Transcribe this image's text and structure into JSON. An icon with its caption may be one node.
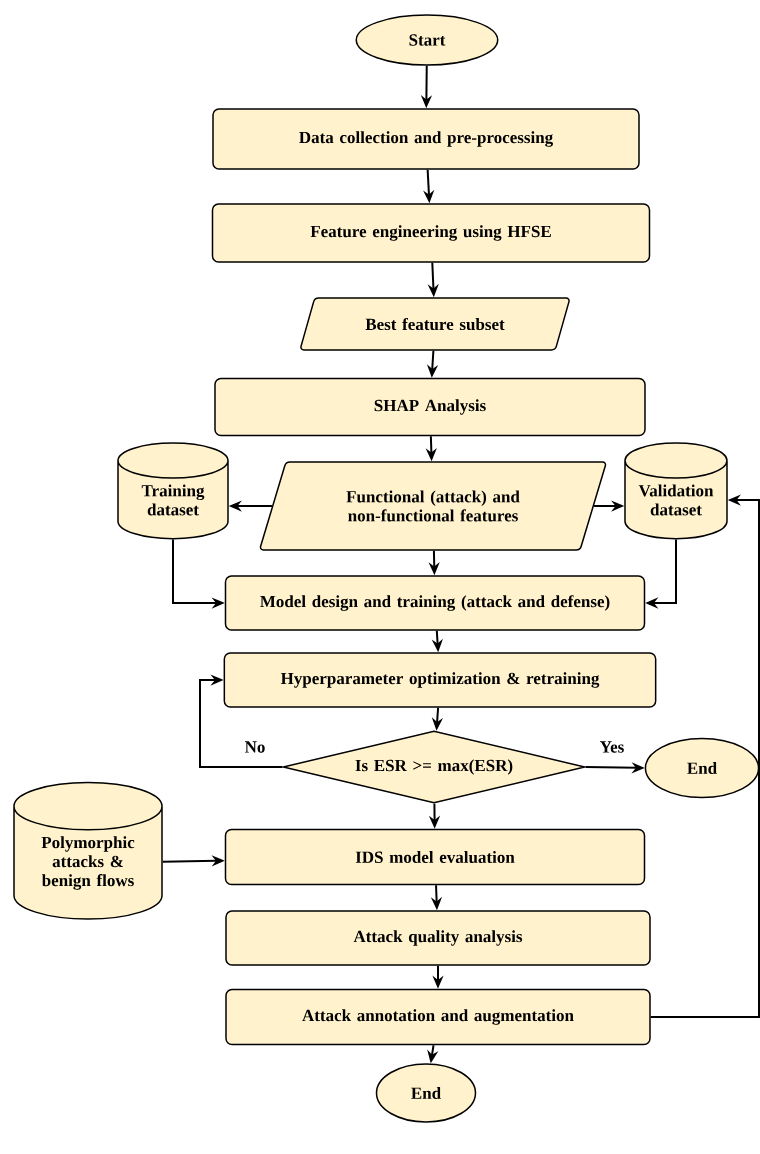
{
  "diagram": {
    "nodes": [
      {
        "text": [
          "Start"
        ]
      },
      {
        "text": [
          "Data collection and pre-processing"
        ]
      },
      {
        "text": [
          "Feature engineering using HFSE"
        ]
      },
      {
        "text": [
          "Best feature subset"
        ]
      },
      {
        "text": [
          "SHAP Analysis"
        ]
      },
      {
        "text": [
          "Functional (attack) and non-functional features"
        ]
      },
      {
        "text": [
          "Training dataset"
        ]
      },
      {
        "text": [
          "Validation dataset"
        ]
      },
      {
        "text": [
          "Model design and training (attack and defense)"
        ]
      },
      {
        "text": [
          "Hyperparameter optimization & retraining"
        ]
      },
      {
        "text": [
          "Is ESR >= max(ESR)"
        ]
      },
      {
        "text": [
          "End"
        ]
      },
      {
        "text": [
          "Polymorphic attacks & benign flows"
        ]
      },
      {
        "text": [
          "IDS model evaluation"
        ]
      },
      {
        "text": [
          "Attack quality analysis"
        ]
      },
      {
        "text": [
          "Attack annotation and augmentation"
        ]
      },
      {
        "text": [
          "End"
        ]
      }
    ],
    "edges": [
      {
        "from": 0,
        "to": 1,
        "arrow": "to"
      },
      {
        "from": 1,
        "to": 2,
        "arrow": "to"
      },
      {
        "from": 2,
        "to": 3,
        "arrow": "to"
      },
      {
        "from": 3,
        "to": 4,
        "arrow": "to"
      },
      {
        "from": 4,
        "to": 5,
        "arrow": "to"
      },
      {
        "from": 5,
        "to": 6,
        "arrow": "to"
      },
      {
        "from": 5,
        "to": 7,
        "arrow": "to"
      },
      {
        "from": 5,
        "to": 8,
        "arrow": "to"
      },
      {
        "from": 6,
        "to": 8,
        "arrow": "to"
      },
      {
        "from": 7,
        "to": 8,
        "arrow": "to"
      },
      {
        "from": 8,
        "to": 9,
        "arrow": "to"
      },
      {
        "from": 9,
        "to": 10,
        "arrow": "to"
      },
      {
        "from": 10,
        "to": 9,
        "arrow": "to",
        "label": "No"
      },
      {
        "from": 10,
        "to": 11,
        "arrow": "to",
        "label": "Yes"
      },
      {
        "from": 10,
        "to": 13,
        "arrow": "to"
      },
      {
        "from": 12,
        "to": 13,
        "arrow": "to"
      },
      {
        "from": 13,
        "to": 14,
        "arrow": "to"
      },
      {
        "from": 14,
        "to": 15,
        "arrow": "to"
      },
      {
        "from": 15,
        "to": 16,
        "arrow": "to"
      },
      {
        "from": 15,
        "to": 7,
        "arrow": "to"
      }
    ]
  }
}
